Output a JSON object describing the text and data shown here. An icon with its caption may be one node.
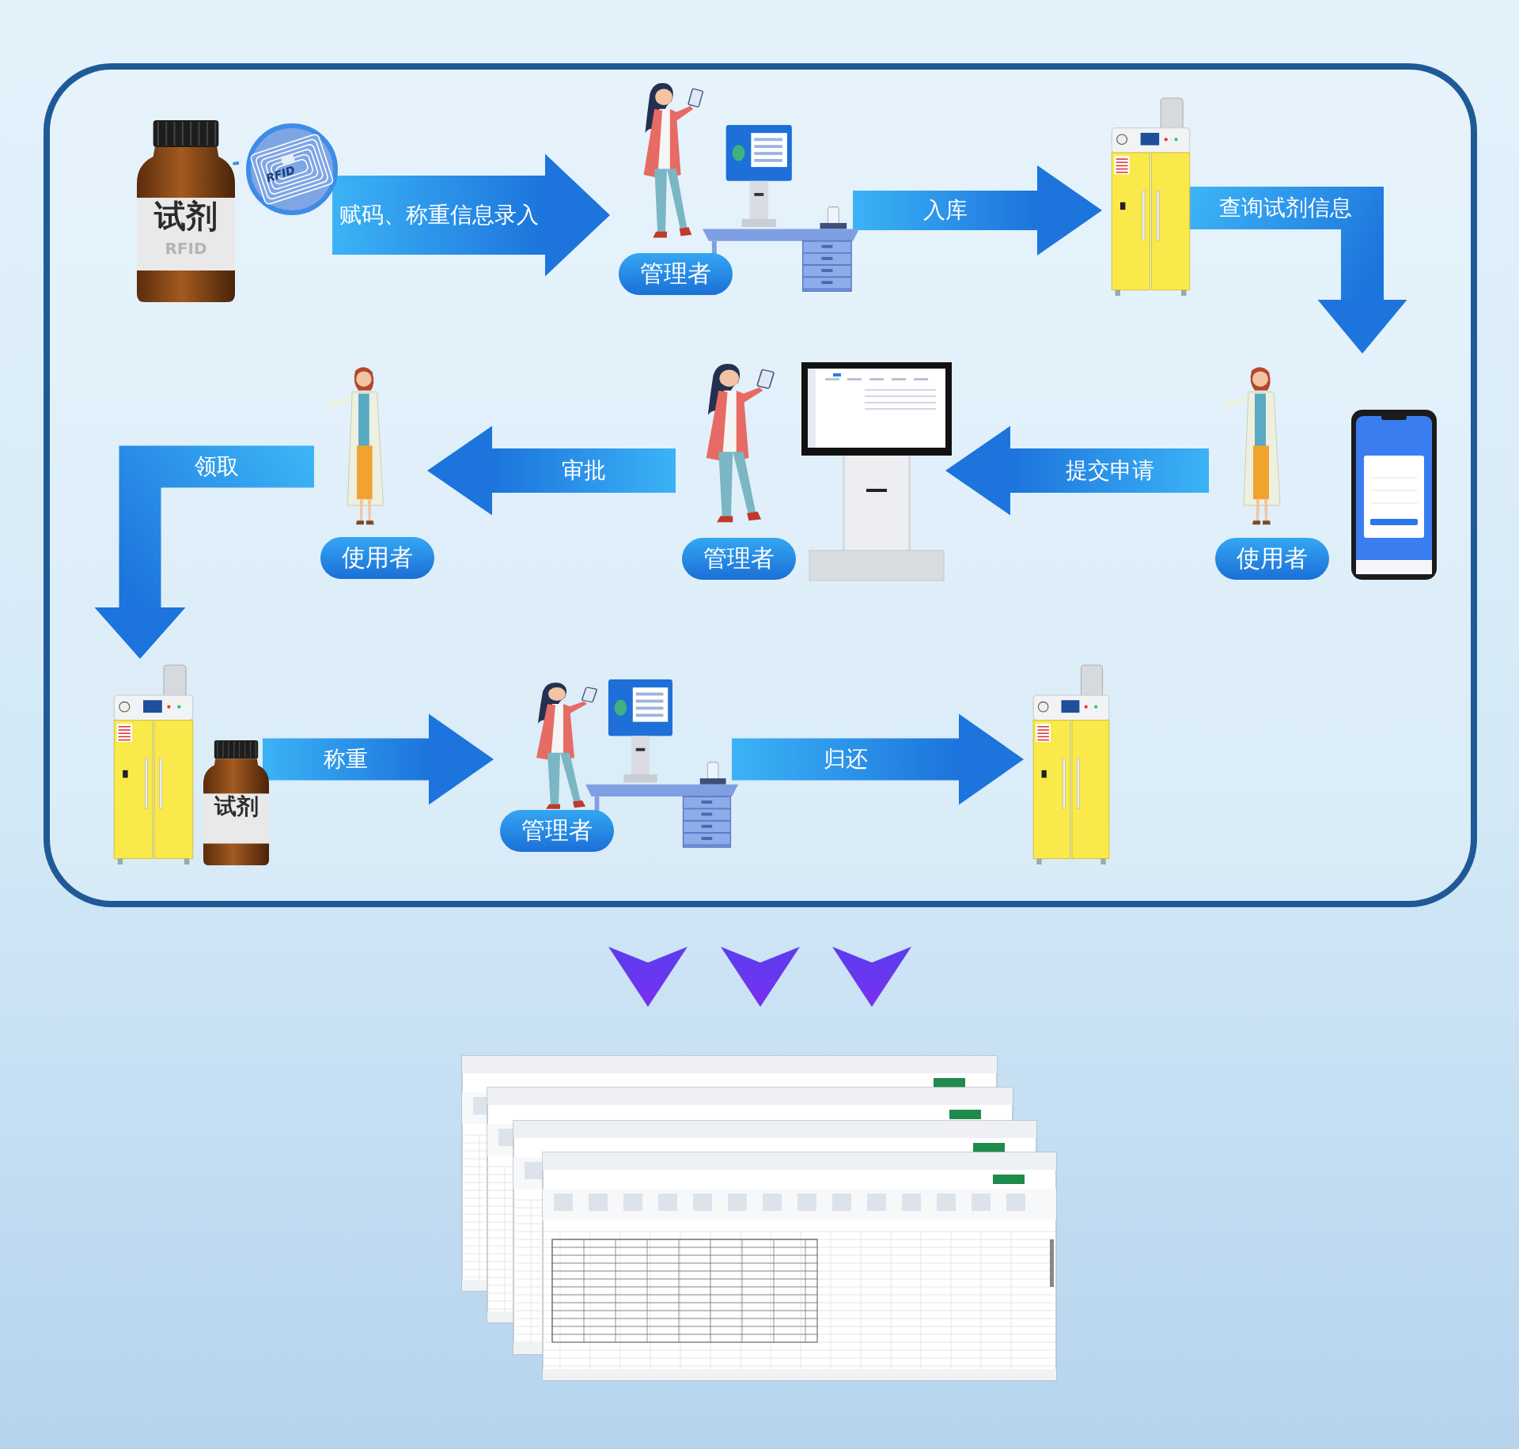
{
  "diagram": {
    "nodes": [
      {
        "text": [],
        "shape": "box"
      },
      {
        "text": [
          "试剂",
          "RFID"
        ],
        "in": 0
      },
      {
        "text": [
          "RFID"
        ],
        "in": 0
      },
      {
        "text": [
          "管理者"
        ],
        "in": 0
      },
      {
        "text": [],
        "shape": "picture",
        "in": 0
      },
      {
        "text": [
          "使用者"
        ],
        "in": 0
      },
      {
        "text": [
          "管理者"
        ],
        "in": 0
      },
      {
        "text": [
          "使用者"
        ],
        "in": 0
      },
      {
        "text": [],
        "shape": "picture",
        "in": 0
      },
      {
        "text": [
          "试剂"
        ],
        "in": 0
      },
      {
        "text": [
          "管理者"
        ],
        "in": 0
      },
      {
        "text": [],
        "shape": "picture",
        "in": 0
      },
      {
        "text": [],
        "shape": "picture"
      }
    ],
    "edges": [
      {
        "from": 1,
        "to": 2,
        "arrow": "none",
        "style": "dashed",
        "color": "#3a8ee6"
      },
      {
        "from": 2,
        "to": 3,
        "arrow": "to",
        "label": "赋码、称重信息录入"
      },
      {
        "from": 3,
        "to": 4,
        "arrow": "to",
        "label": "入库"
      },
      {
        "from": 4,
        "to": 5,
        "arrow": "to",
        "label": "查询试剂信息"
      },
      {
        "from": 5,
        "to": 6,
        "arrow": "to",
        "label": "提交申请"
      },
      {
        "from": 6,
        "to": 7,
        "arrow": "to",
        "label": "审批"
      },
      {
        "from": 7,
        "to": 8,
        "arrow": "to",
        "label": "领取"
      },
      {
        "from": 9,
        "to": 10,
        "arrow": "to",
        "label": "称重"
      },
      {
        "from": 10,
        "to": 11,
        "arrow": "to",
        "label": "归还"
      },
      {
        "from": 0,
        "to": 12,
        "arrow": "to",
        "color": "#7a2ff0"
      }
    ]
  }
}
